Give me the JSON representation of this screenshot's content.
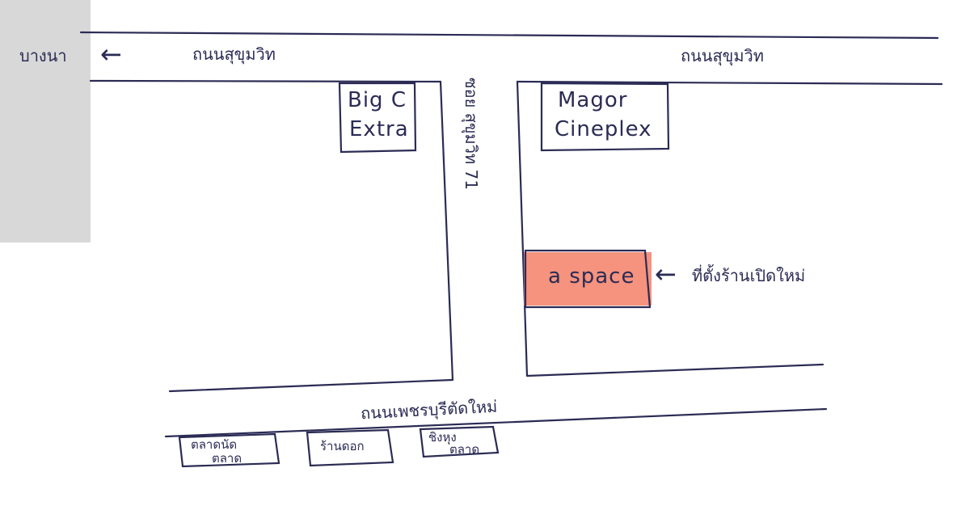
{
  "map": {
    "colors": {
      "ink": "#2b2b55",
      "highlight": "#f2745a",
      "paper": "#ffffff",
      "shadow": "#b8b8b8"
    },
    "roads": {
      "top_left_label": "ถนนสุขุมวิท",
      "top_right_label": "ถนนสุขุมวิท",
      "direction_label": "บางนา",
      "direction_arrow": "←",
      "side_street_label": "ซอย สุขุมวิท 71",
      "bottom_label": "ถนนเพชรบุรีตัดใหม่"
    },
    "places": {
      "big_c": [
        "Big C",
        "Extra"
      ],
      "major": [
        "Magor",
        "Cineplex"
      ],
      "a_space": "a space",
      "destination_note": "ที่ตั้งร้านเปิดใหม่",
      "destination_arrow": "←",
      "shop_1": [
        "ตลาดนัด",
        "ตลาด"
      ],
      "shop_2": "ร้านดอก",
      "shop_3": [
        "ชิงหุง",
        "ตลาด"
      ]
    }
  }
}
